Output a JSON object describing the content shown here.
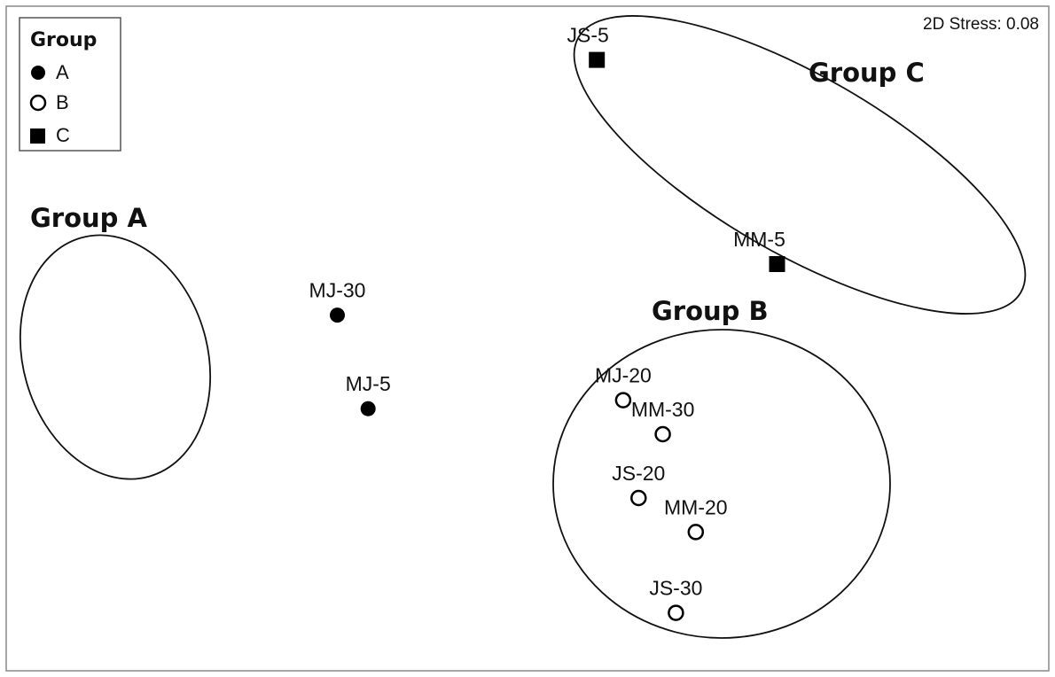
{
  "chart_data": {
    "type": "scatter",
    "title": "",
    "xlabel": "",
    "ylabel": "",
    "stress_text": "2D Stress: 0.08",
    "grid": false,
    "legend": {
      "title": "Group",
      "placement": "top-left",
      "entries": [
        {
          "name": "A",
          "marker": "filled-circle"
        },
        {
          "name": "B",
          "marker": "open-circle"
        },
        {
          "name": "C",
          "marker": "filled-square"
        }
      ]
    },
    "group_titles": [
      "Group A",
      "Group B",
      "Group C"
    ],
    "series": [
      {
        "name": "A",
        "marker": "filled-circle",
        "points": [
          {
            "label": "MJ-30",
            "x": -1.51,
            "y": 0.28
          },
          {
            "label": "MJ-5",
            "x": -1.37,
            "y": 0.06
          }
        ]
      },
      {
        "name": "B",
        "marker": "open-circle",
        "points": [
          {
            "label": "MJ-20",
            "x": -0.21,
            "y": 0.08
          },
          {
            "label": "MM-30",
            "x": -0.03,
            "y": 0.0
          },
          {
            "label": "JS-20",
            "x": -0.14,
            "y": -0.15
          },
          {
            "label": "MM-20",
            "x": 0.12,
            "y": -0.23
          },
          {
            "label": "JS-30",
            "x": 0.03,
            "y": -0.42
          }
        ]
      },
      {
        "name": "C",
        "marker": "filled-square",
        "points": [
          {
            "label": "JS-5",
            "x": -0.33,
            "y": 0.88
          },
          {
            "label": "MM-5",
            "x": 0.49,
            "y": 0.4
          }
        ]
      }
    ],
    "colors": {
      "marker": "#000000",
      "frame": "#888888",
      "ellipse": "#111111",
      "text": "#111111"
    }
  }
}
